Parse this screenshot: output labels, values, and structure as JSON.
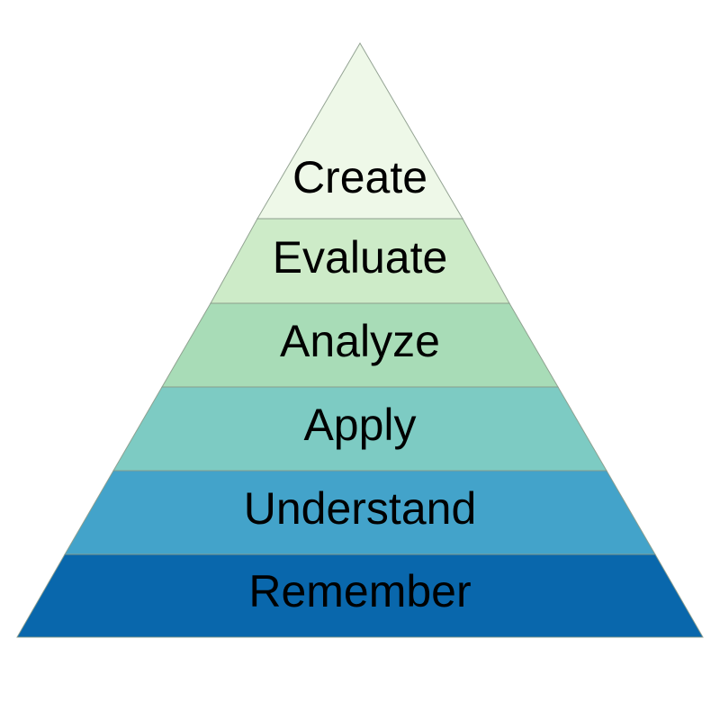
{
  "diagram": {
    "tiers": [
      {
        "label": "Create",
        "color": "#eef8e8"
      },
      {
        "label": "Evaluate",
        "color": "#cdebc8"
      },
      {
        "label": "Analyze",
        "color": "#a8dcb7"
      },
      {
        "label": "Apply",
        "color": "#7dcbc3"
      },
      {
        "label": "Understand",
        "color": "#43a3ca"
      },
      {
        "label": "Remember",
        "color": "#0967ac"
      }
    ]
  }
}
